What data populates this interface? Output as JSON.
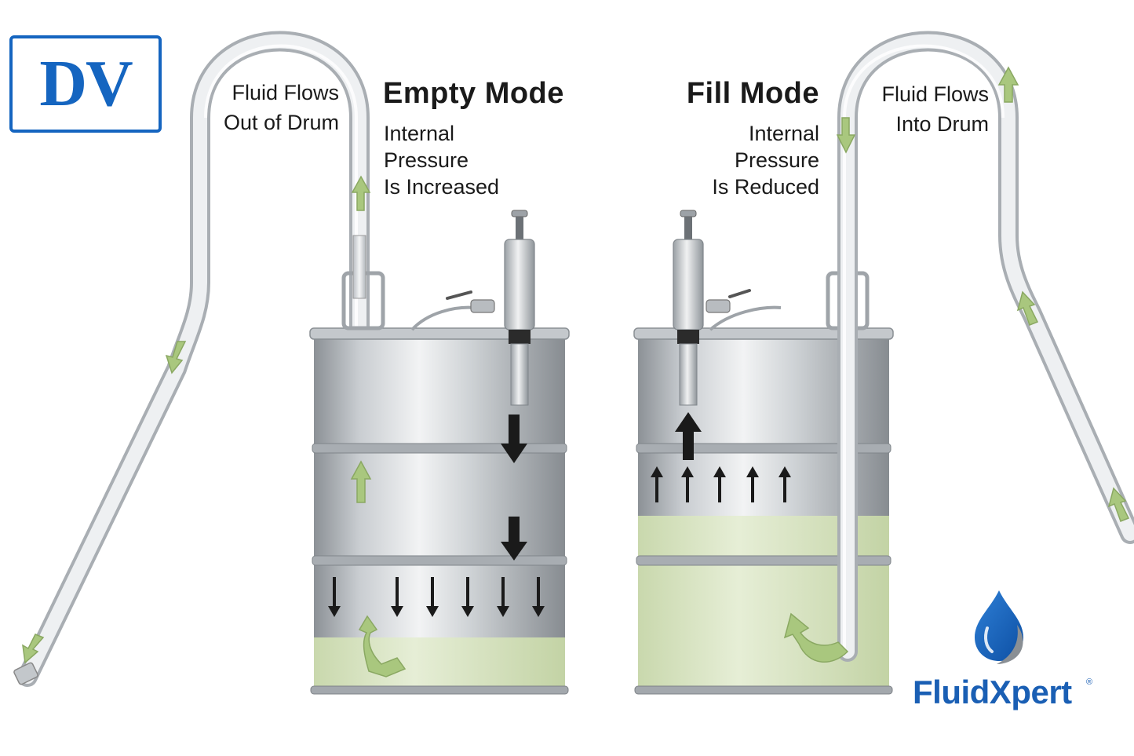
{
  "logo": {
    "text": "DV",
    "color": "#1565c0"
  },
  "brand": {
    "name": "FluidXpert",
    "registered": "®",
    "color": "#1a5fb4",
    "icon": "water-drop-icon"
  },
  "empty_mode": {
    "title": "Empty Mode",
    "pressure_lines": [
      "Internal",
      "Pressure",
      "Is Increased"
    ],
    "flow_lines": [
      "Fluid Flows",
      "Out of Drum"
    ],
    "fluid_level": 0.15
  },
  "fill_mode": {
    "title": "Fill Mode",
    "pressure_lines": [
      "Internal",
      "Pressure",
      "Is Reduced"
    ],
    "flow_lines": [
      "Fluid Flows",
      "Into Drum"
    ],
    "fluid_level": 0.49
  },
  "colors": {
    "fluid": "#dde8c8",
    "arrow_fill": "#a9c77e",
    "drum_metal": "#b7bcc0",
    "arrow_dark": "#1a1a1a"
  }
}
